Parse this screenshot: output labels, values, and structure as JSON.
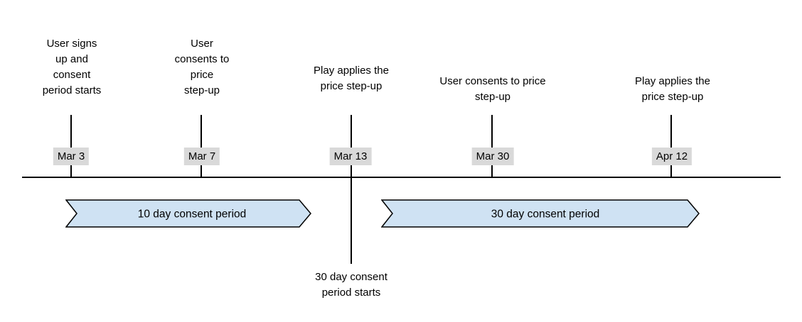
{
  "timeline": {
    "milestones": [
      {
        "date": "Mar 3",
        "label": "User signs\nup and\nconsent\nperiod starts"
      },
      {
        "date": "Mar 7",
        "label": "User\nconsents to\nprice\nstep-up"
      },
      {
        "date": "Mar 13",
        "label": "Play applies the\nprice step-up",
        "note": "30 day consent\nperiod starts"
      },
      {
        "date": "Mar 30",
        "label": "User consents to price\nstep-up"
      },
      {
        "date": "Apr 12",
        "label": "Play applies the\nprice step-up"
      }
    ],
    "periods": [
      {
        "label": "10 day consent period"
      },
      {
        "label": "30 day consent period"
      }
    ],
    "colors": {
      "period_fill": "#cfe2f3",
      "period_stroke": "#000000",
      "axis_line": "#000000",
      "date_chip_bg": "#d9d9d9",
      "text": "#000000",
      "background": "#ffffff"
    }
  }
}
